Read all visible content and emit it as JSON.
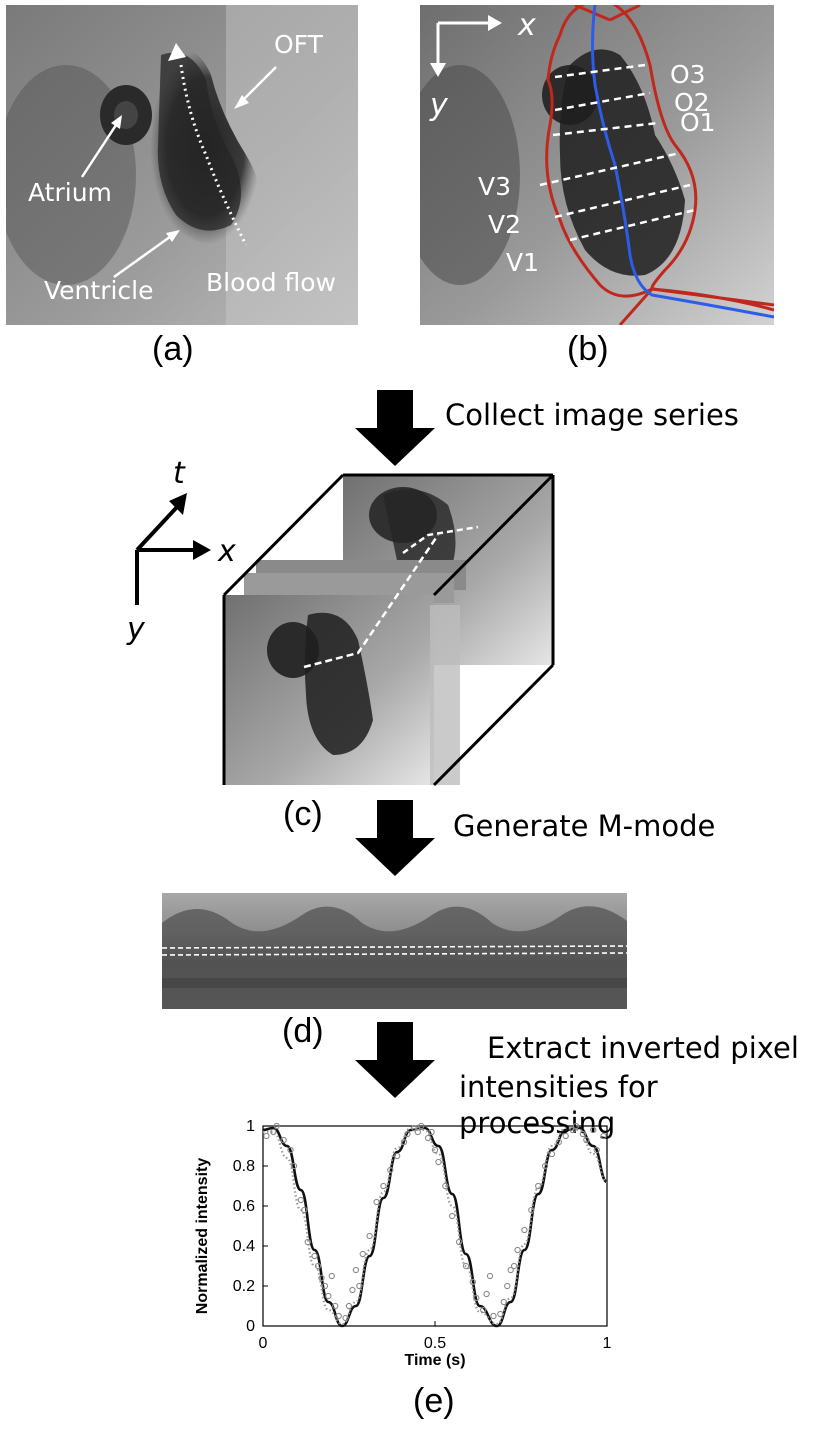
{
  "panels": {
    "a": {
      "letter": "(a)",
      "labels": {
        "oft": "OFT",
        "atrium": "Atrium",
        "ventricle": "Ventricle",
        "blood_flow": "Blood flow"
      }
    },
    "b": {
      "letter": "(b)",
      "axes": {
        "x": "x",
        "y": "y"
      },
      "lines": [
        "O3",
        "O2",
        "O1",
        "V3",
        "V2",
        "V1"
      ],
      "colors": {
        "outline": "#c0281e",
        "centerline": "#2d5de8"
      }
    },
    "c": {
      "letter": "(c)",
      "axes": {
        "t": "t",
        "x": "x",
        "y": "y"
      }
    },
    "d": {
      "letter": "(d)"
    },
    "e": {
      "letter": "(e)"
    }
  },
  "steps": {
    "collect": "Collect image series",
    "generate": "Generate M-mode",
    "extract_line1": "Extract inverted pixel",
    "extract_line2": "intensities for processing"
  },
  "chart_data": {
    "type": "scatter",
    "xlabel": "Time (s)",
    "ylabel": "Normalized intensity",
    "xlim": [
      0,
      1
    ],
    "ylim": [
      0,
      1
    ],
    "xticks": [
      "0",
      "0.5",
      "1"
    ],
    "yticks": [
      "0",
      "0.2",
      "0.4",
      "0.6",
      "0.8",
      "1"
    ],
    "series": [
      {
        "style": "solid-line",
        "x": [
          0.0,
          0.03,
          0.07,
          0.11,
          0.15,
          0.19,
          0.23,
          0.27,
          0.31,
          0.35,
          0.39,
          0.43,
          0.47,
          0.51,
          0.55,
          0.59,
          0.63,
          0.68,
          0.72,
          0.76,
          0.8,
          0.84,
          0.88,
          0.92,
          0.96,
          1.0
        ],
        "y": [
          0.98,
          0.99,
          0.9,
          0.68,
          0.38,
          0.12,
          0.0,
          0.1,
          0.35,
          0.64,
          0.87,
          0.98,
          0.99,
          0.9,
          0.66,
          0.36,
          0.1,
          0.0,
          0.12,
          0.38,
          0.66,
          0.88,
          0.98,
          0.99,
          0.9,
          0.72
        ]
      },
      {
        "style": "dotted-line",
        "x": [
          0.0,
          0.03,
          0.07,
          0.11,
          0.15,
          0.19,
          0.23,
          0.27,
          0.31,
          0.35,
          0.39,
          0.43,
          0.47,
          0.51,
          0.55,
          0.59,
          0.63,
          0.68,
          0.72,
          0.76,
          0.8,
          0.84,
          0.88,
          0.92,
          0.96,
          1.0
        ],
        "y": [
          0.97,
          0.97,
          0.84,
          0.58,
          0.3,
          0.08,
          0.01,
          0.12,
          0.38,
          0.67,
          0.89,
          0.99,
          0.98,
          0.86,
          0.6,
          0.3,
          0.07,
          0.01,
          0.14,
          0.41,
          0.69,
          0.9,
          0.99,
          0.98,
          0.86,
          0.72
        ]
      },
      {
        "style": "open-circles",
        "x": [
          0.01,
          0.03,
          0.04,
          0.06,
          0.08,
          0.09,
          0.11,
          0.12,
          0.13,
          0.15,
          0.16,
          0.17,
          0.18,
          0.19,
          0.2,
          0.21,
          0.22,
          0.24,
          0.25,
          0.26,
          0.27,
          0.28,
          0.29,
          0.31,
          0.33,
          0.35,
          0.37,
          0.39,
          0.41,
          0.42,
          0.44,
          0.45,
          0.46,
          0.48,
          0.49,
          0.5,
          0.51,
          0.53,
          0.55,
          0.57,
          0.59,
          0.61,
          0.62,
          0.64,
          0.65,
          0.66,
          0.67,
          0.69,
          0.7,
          0.71,
          0.72,
          0.73,
          0.74,
          0.76,
          0.78,
          0.8,
          0.82,
          0.84,
          0.86,
          0.88,
          0.9,
          0.91,
          0.93,
          0.94,
          0.96,
          0.97,
          0.99
        ],
        "y": [
          0.95,
          0.97,
          1.0,
          0.93,
          0.88,
          0.8,
          0.63,
          0.58,
          0.42,
          0.35,
          0.3,
          0.24,
          0.2,
          0.15,
          0.25,
          0.1,
          0.05,
          0.04,
          0.1,
          0.18,
          0.28,
          0.2,
          0.36,
          0.45,
          0.62,
          0.7,
          0.78,
          0.85,
          0.92,
          0.96,
          0.99,
          0.97,
          1.0,
          0.94,
          0.97,
          0.88,
          0.82,
          0.7,
          0.55,
          0.42,
          0.3,
          0.22,
          0.14,
          0.08,
          0.16,
          0.25,
          0.05,
          0.06,
          0.12,
          0.2,
          0.28,
          0.3,
          0.38,
          0.48,
          0.58,
          0.7,
          0.8,
          0.86,
          0.92,
          0.95,
          0.98,
          1.0,
          0.96,
          0.93,
          0.98,
          0.88,
          0.95
        ]
      }
    ]
  }
}
